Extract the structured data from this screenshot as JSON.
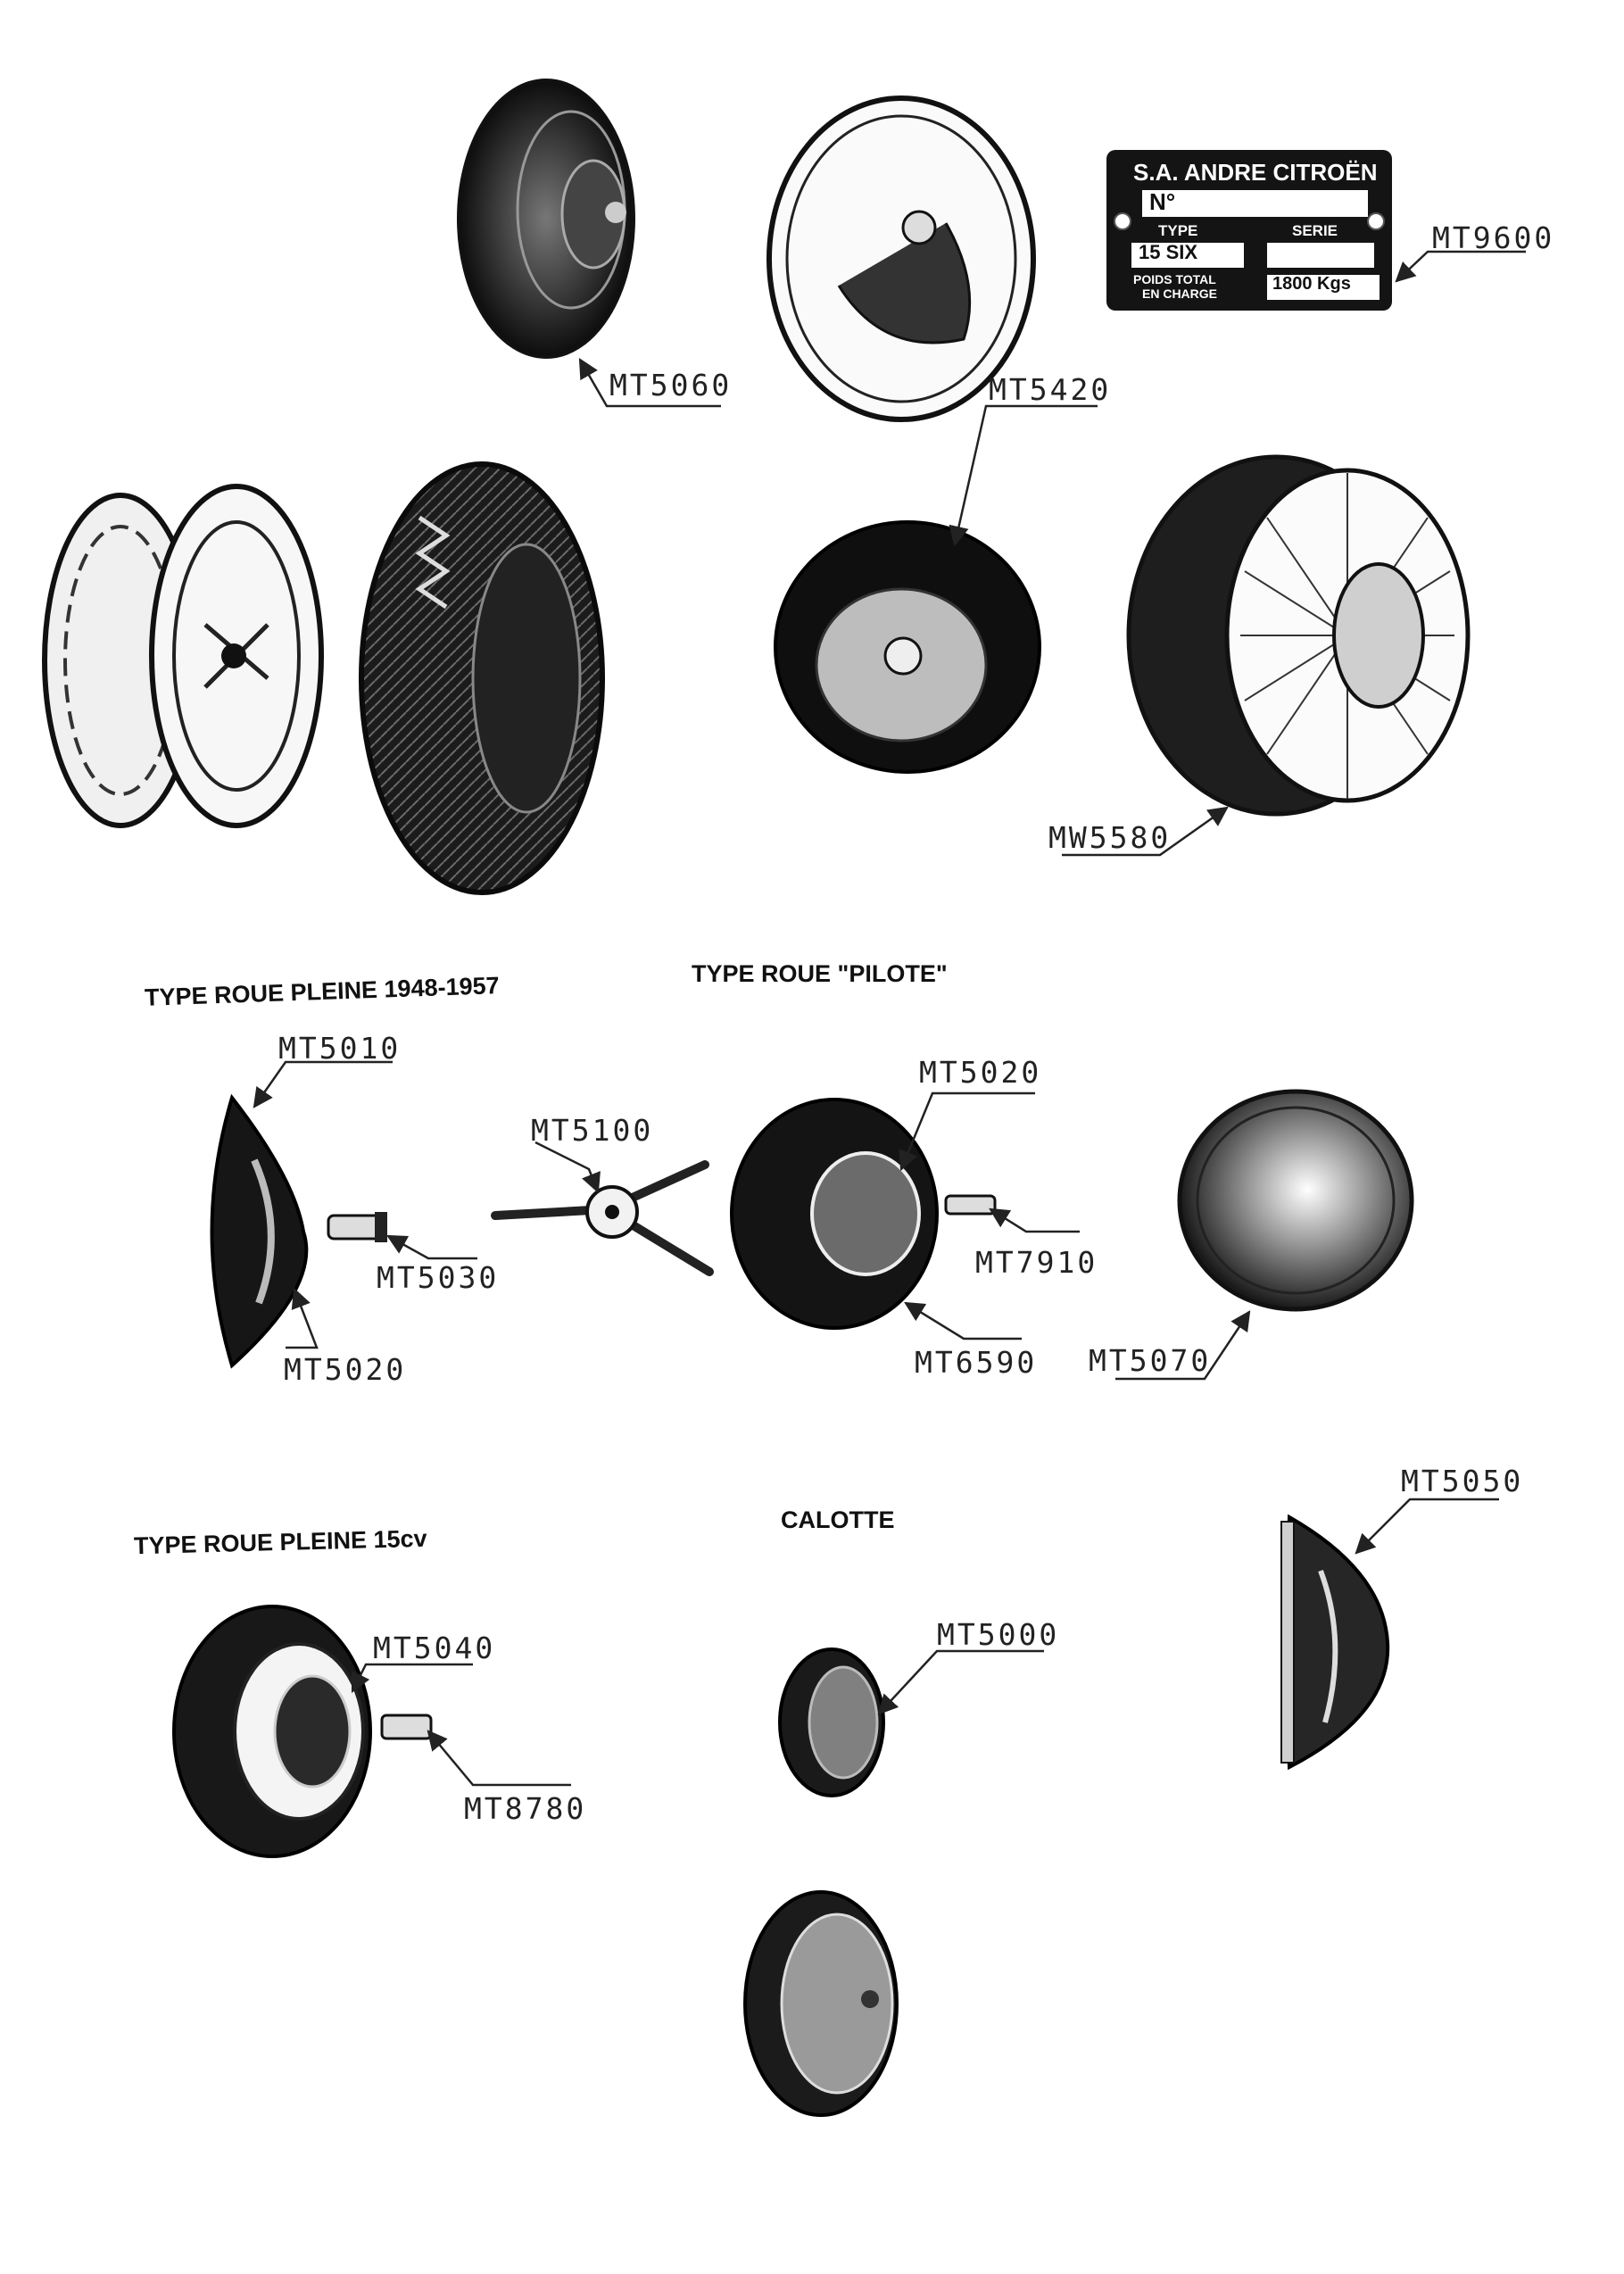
{
  "nameplate": {
    "maker": "S.A. ANDRE CITROËN",
    "no": "N°",
    "type_label": "TYPE",
    "serie_label": "SERIE",
    "type_value": "15 SIX",
    "weight_label_1": "POIDS TOTAL",
    "weight_label_2": "EN CHARGE",
    "weight_value": "1800 Kgs"
  },
  "headings": {
    "roue_pleine_1948": "TYPE ROUE PLEINE 1948-1957",
    "roue_pilote": "TYPE ROUE \"PILOTE\"",
    "roue_pleine_15cv": "TYPE ROUE PLEINE 15cv",
    "calotte": "CALOTTE"
  },
  "part_labels": {
    "mt9600": "MT9600",
    "mt5060": "MT5060",
    "mt5420": "MT5420",
    "mw5580": "MW5580",
    "mt5010": "MT5010",
    "mt5030": "MT5030",
    "mt5020_left": "MT5020",
    "mt5100": "MT5100",
    "mt5020_pilote": "MT5020",
    "mt7910": "MT7910",
    "mt6590": "MT6590",
    "mt5070": "MT5070",
    "mt5050": "MT5050",
    "mt5040": "MT5040",
    "mt8780": "MT8780",
    "mt5000": "MT5000"
  }
}
